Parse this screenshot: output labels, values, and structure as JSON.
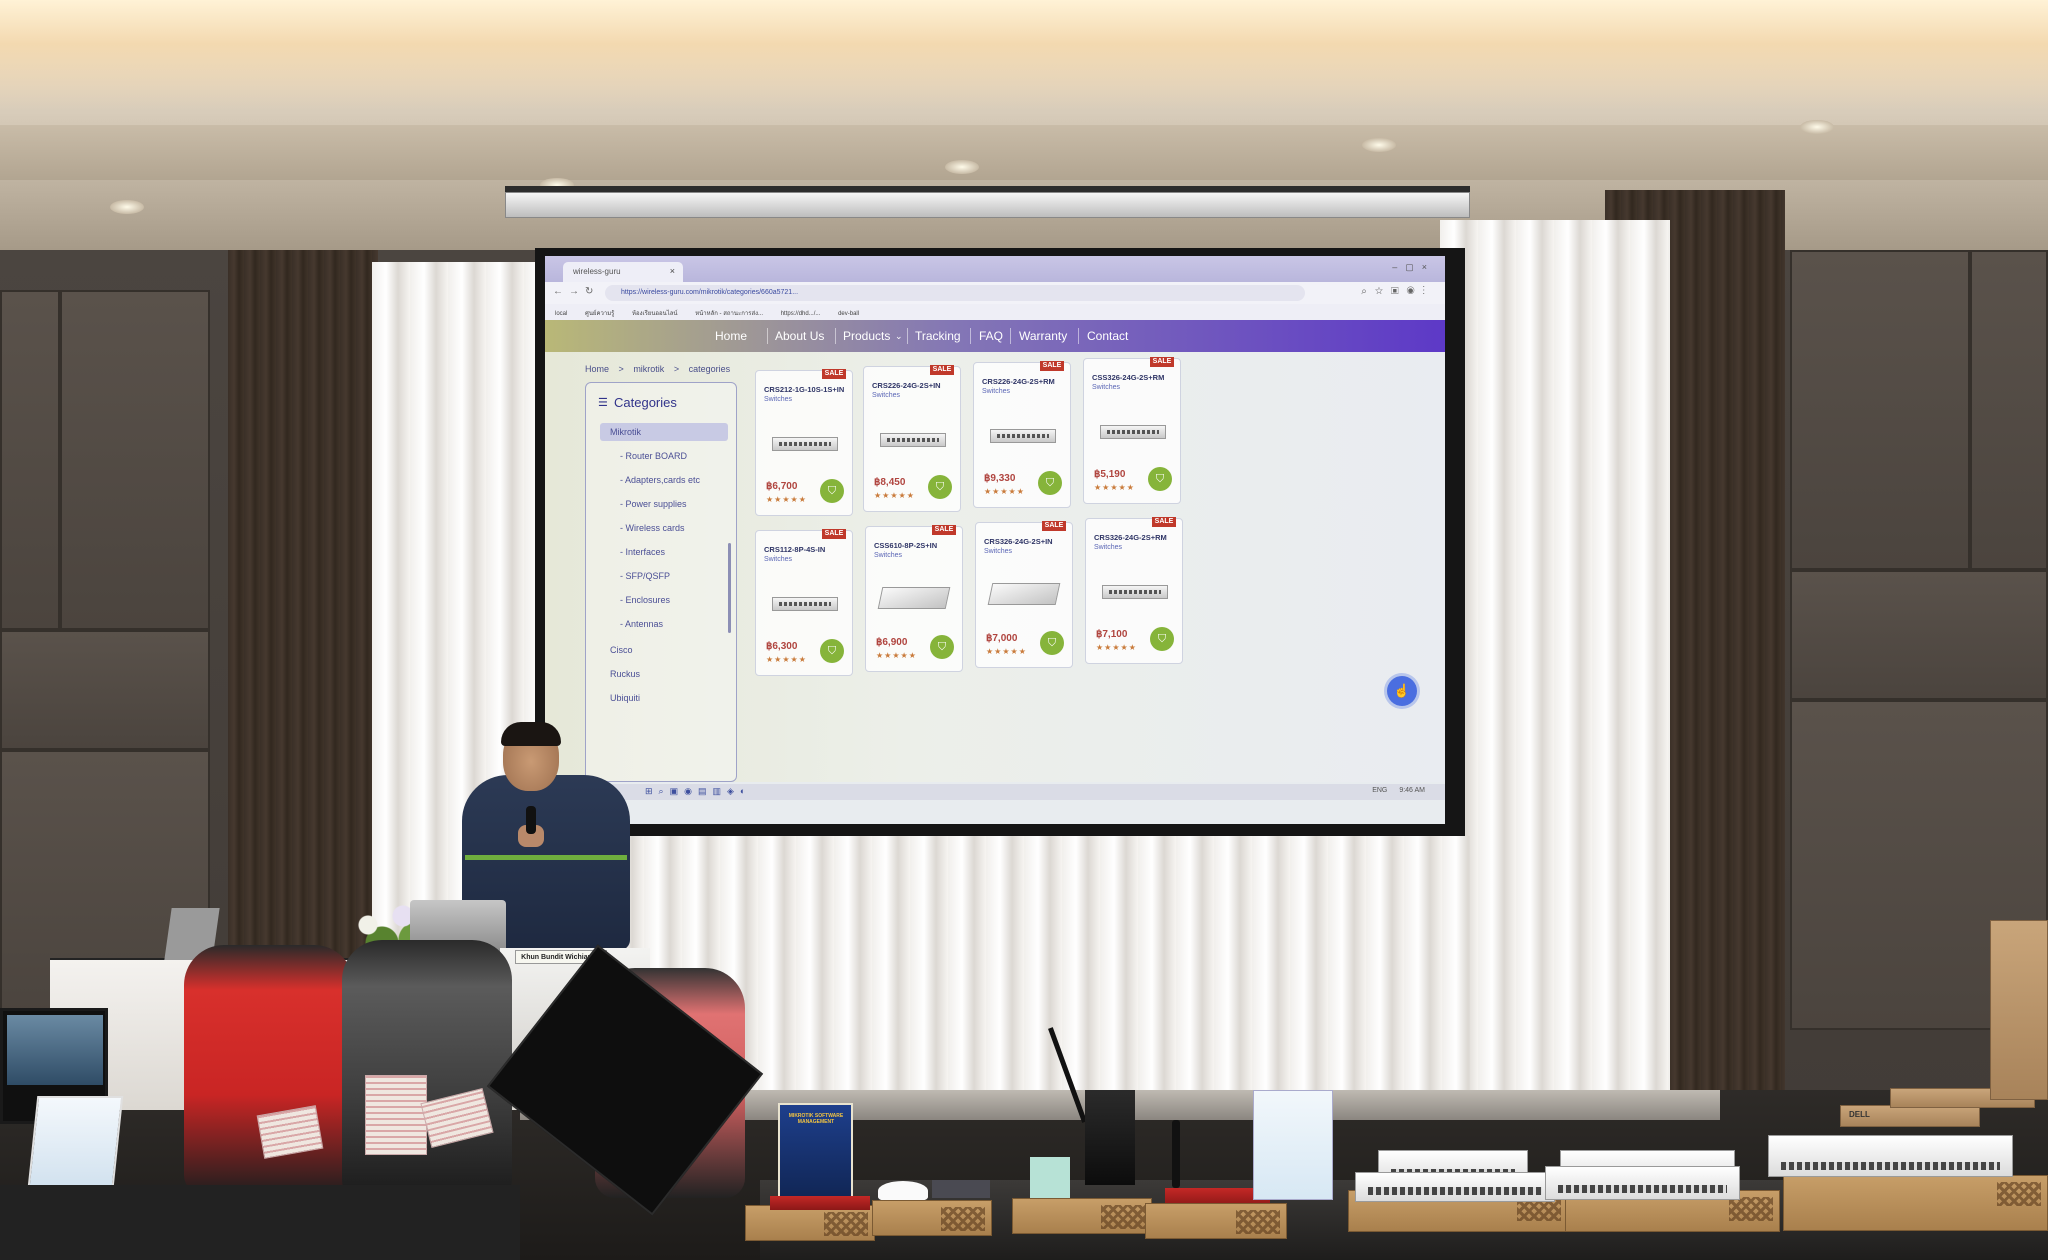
{
  "scene": {
    "description_keywords": [
      "presentation",
      "projector",
      "networking products"
    ]
  },
  "browser": {
    "tab_title": "wireless-guru",
    "url": "https://wireless-guru.com/mikrotik/categories/660a5721...",
    "bookmarks": [
      "local",
      "ศูนย์ความรู้",
      "ห้องเรียนออนไลน์",
      "หน้าหลัก - สถานะการส่ง...",
      "https://dhd.../...",
      "dev-ball"
    ]
  },
  "nav": {
    "home": "Home",
    "about": "About Us",
    "products": "Products",
    "tracking": "Tracking",
    "faq": "FAQ",
    "warranty": "Warranty",
    "contact": "Contact"
  },
  "breadcrumb": [
    "Home",
    ">",
    "mikrotik",
    ">",
    "categories"
  ],
  "categories": {
    "title": "Categories",
    "items": [
      "Mikrotik",
      "- Router BOARD",
      "- Adapters,cards etc",
      "- Power supplies",
      "- Wireless cards",
      "- Interfaces",
      "- SFP/QSFP",
      "- Enclosures",
      "- Antennas",
      "Cisco",
      "Ruckus",
      "Ubiquiti"
    ]
  },
  "products": [
    {
      "name": "CRS212-1G-10S-1S+IN",
      "category": "Switches",
      "price": "฿6,700",
      "badge": "SALE",
      "stars": "★★★★★"
    },
    {
      "name": "CRS226-24G-2S+IN",
      "category": "Switches",
      "price": "฿8,450",
      "badge": "SALE",
      "stars": "★★★★★"
    },
    {
      "name": "CRS226-24G-2S+RM",
      "category": "Switches",
      "price": "฿9,330",
      "badge": "SALE",
      "stars": "★★★★★"
    },
    {
      "name": "CSS326-24G-2S+RM",
      "category": "Switches",
      "price": "฿5,190",
      "badge": "SALE",
      "stars": "★★★★★"
    },
    {
      "name": "CRS112-8P-4S-IN",
      "category": "Switches",
      "price": "฿6,300",
      "badge": "SALE",
      "stars": "★★★★★"
    },
    {
      "name": "CSS610-8P-2S+IN",
      "category": "Switches",
      "price": "฿6,900",
      "badge": "SALE",
      "stars": "★★★★★"
    },
    {
      "name": "CRS326-24G-2S+IN",
      "category": "Switches",
      "price": "฿7,000",
      "badge": "SALE",
      "stars": "★★★★★"
    },
    {
      "name": "CRS326-24G-2S+RM",
      "category": "Switches",
      "price": "฿7,100",
      "badge": "SALE",
      "stars": "★★★★★"
    }
  ],
  "taskbar": {
    "lang": "ENG",
    "time": "9:46 AM"
  },
  "podium": {
    "nameplate": "Khun Bundit Wichianrat"
  },
  "book": {
    "title": "MIKROTIK SOFTWARE MANAGEMENT"
  },
  "box_label": {
    "brand": "DELL"
  },
  "colors": {
    "nav_gradient_start": "#b9b877",
    "nav_gradient_end": "#5d39c7",
    "sale_badge": "#c0392b",
    "cart_button": "#86b43a",
    "price": "#b0453f"
  },
  "icons": [
    "menu-icon",
    "cart-icon",
    "star-icon",
    "chevron-down-icon",
    "cursor-click-icon"
  ]
}
